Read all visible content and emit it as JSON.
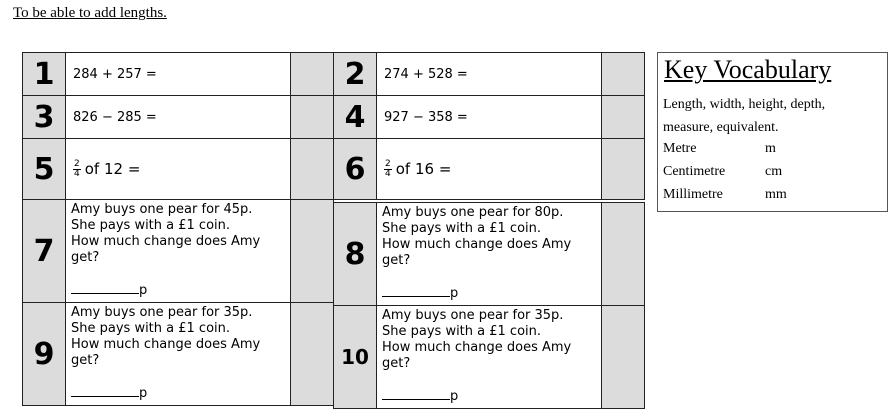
{
  "objective": "To be able to add lengths.",
  "questions": [
    {
      "num": "1",
      "text": "284 + 257 ="
    },
    {
      "num": "2",
      "text": "274 + 528 ="
    },
    {
      "num": "3",
      "text": "826 − 285 ="
    },
    {
      "num": "4",
      "text": "927 − 358 ="
    },
    {
      "num": "5",
      "frac_n": "2",
      "frac_d": "4",
      "text": "of 12 ="
    },
    {
      "num": "6",
      "frac_n": "2",
      "frac_d": "4",
      "text": "of 16 ="
    },
    {
      "num": "7",
      "lines": [
        "Amy buys one pear for 45p.",
        "She pays with a £1 coin.",
        "How much change does Amy",
        "get?"
      ],
      "unit": "p"
    },
    {
      "num": "8",
      "lines": [
        "Amy buys one pear for 80p.",
        "She pays with a £1 coin.",
        "How much change does Amy",
        "get?"
      ],
      "unit": "p"
    },
    {
      "num": "9",
      "lines": [
        "Amy buys one pear for 35p.",
        "She pays with a £1 coin.",
        "How much change does Amy",
        "get?"
      ],
      "unit": "p"
    },
    {
      "num": "10",
      "lines": [
        "Amy buys one pear for 35p.",
        "She pays with a £1 coin.",
        "How much change does Amy",
        "get?"
      ],
      "unit": "p"
    }
  ],
  "vocab": {
    "title": "Key Vocabulary",
    "desc": "Length, width, height, depth, measure, equivalent.",
    "rows": [
      {
        "word": "Metre",
        "abbr": "m"
      },
      {
        "word": "Centimetre",
        "abbr": "cm"
      },
      {
        "word": "Millimetre",
        "abbr": "mm"
      }
    ]
  }
}
